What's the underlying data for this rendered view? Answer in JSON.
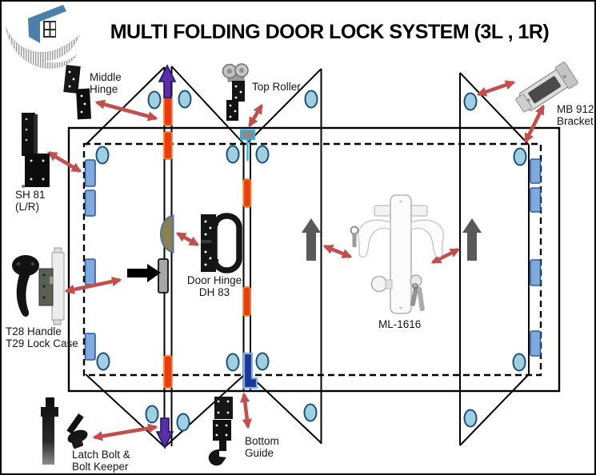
{
  "title": "MULTI FOLDING DOOR LOCK SYSTEM (3L , 1R)",
  "labels": {
    "middle_hinge": "Middle\nHinge",
    "top_roller": "Top Roller",
    "mb912": "MB 912\nBracket",
    "sh81": "SH 81\n(L/R)",
    "door_hinge": "Door Hinge\nDH 83",
    "t28_t29": "T28 Handle\nT29 Lock Case",
    "ml1616": "ML-1616",
    "latch_bolt": "Latch Bolt &\nBolt Keeper",
    "bottom_guide": "Bottom\nGuide"
  },
  "colors": {
    "red": "#c0504d",
    "purple": "#5b2da8",
    "purple_dark": "#1f1a5e",
    "gray": "#595959",
    "orange": "#ea3b12",
    "orange_border": "#f0882c",
    "hinge_blue": "#80a9dc",
    "hinge_border": "#2e5b9f",
    "ellipse_blue": "#9fd0e2",
    "ellipse_border": "#1f4e79",
    "cyan": "#2fb3e0",
    "roller_gray": "#8a8a8a",
    "guide_navy": "#1f3496",
    "guide_border": "#7fb2e5",
    "olive": "#8d8050",
    "olive_border": "#50719c",
    "lockcase_gray": "#a6a6a6"
  }
}
